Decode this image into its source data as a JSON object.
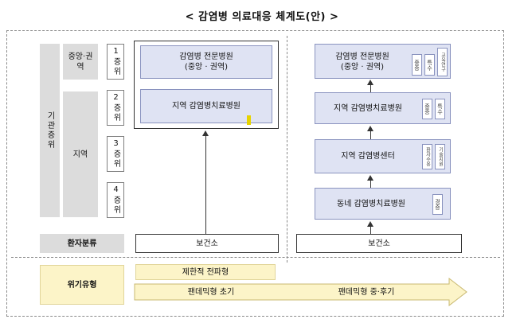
{
  "title": "< 감염병 의료대응 체계도(안) >",
  "left_labels": {
    "institution_level": "기관증위",
    "central_region": "중앙·권역",
    "region": "지역",
    "patient_class": "환자분류",
    "crisis_type": "위기유형"
  },
  "levels": [
    "1증위",
    "2증위",
    "3증위",
    "4증위"
  ],
  "current": {
    "specialized_hospital": "감염병 전문병원",
    "specialized_hospital_sub": "(중앙 · 권역)",
    "regional_hospital": "지역 감염병치료병원",
    "health_center": "보건소"
  },
  "proposed": {
    "specialized_hospital": "감염병 전문병원",
    "specialized_hospital_sub": "(중앙 · 권역)",
    "tags_specialized": [
      "중증",
      "특수",
      "교육연구"
    ],
    "regional_hospital": "지역 감염병치료병원",
    "tags_regional": [
      "중증",
      "특수"
    ],
    "infectious_center": "지역 감염병센터",
    "tags_center": [
      "환자수용",
      "기술지원"
    ],
    "neighborhood_hospital": "동네 감염병치료병원",
    "tags_neighborhood": [
      "경증"
    ],
    "health_center": "보건소"
  },
  "crisis": {
    "limited_spread": "제한적 전파형",
    "pandemic_early": "팬데믹형 초기",
    "pandemic_mid_late": "팬데믹형 중·후기"
  },
  "colors": {
    "hospital_fill": "#dfe3f3",
    "label_fill": "#dcdcdc",
    "crisis_fill": "#fcf4c8",
    "marker": "#e6d300"
  }
}
